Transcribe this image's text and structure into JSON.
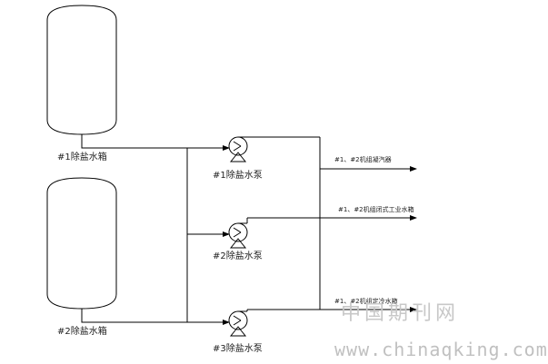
{
  "tanks": [
    {
      "label": "#1除盐水箱"
    },
    {
      "label": "#2除盐水箱"
    }
  ],
  "pumps": [
    {
      "label": "#1除盐水泵"
    },
    {
      "label": "#2除盐水泵"
    },
    {
      "label": "#3除盐水泵"
    }
  ],
  "outlets": [
    {
      "label": "#1、#2机组凝汽器"
    },
    {
      "label": "#1、#2机组闭式工业水箱"
    },
    {
      "label": "#1、#2机组定冷水箱"
    }
  ],
  "watermark": {
    "cn": "中国期刊网",
    "url": "www.chinaqking.com"
  },
  "colors": {
    "line": "#000000",
    "watermark": "#c8c8c8"
  }
}
